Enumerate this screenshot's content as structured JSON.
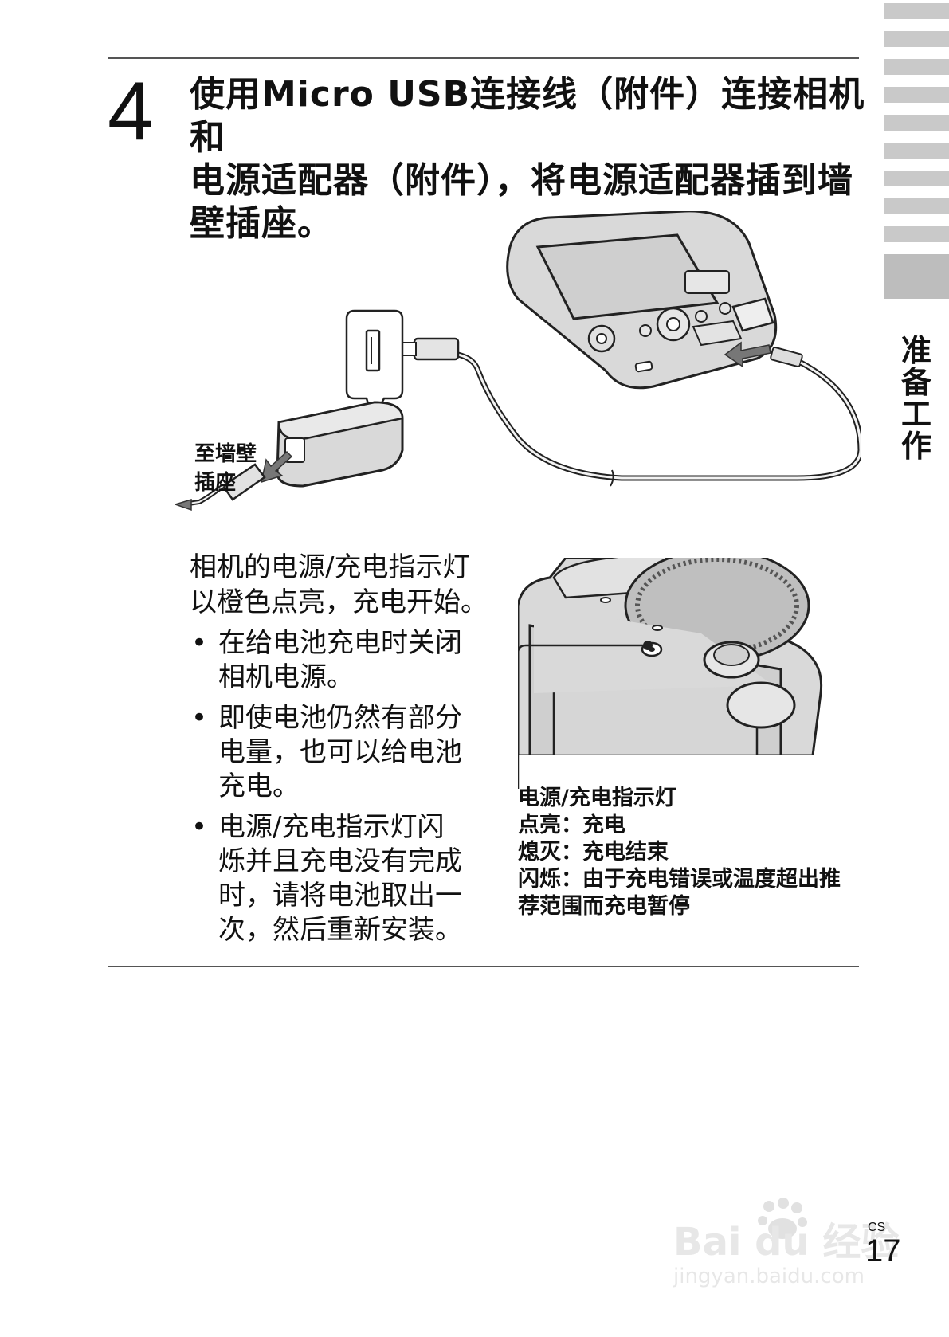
{
  "step": {
    "number": "4",
    "line1": "使用Micro USB连接线（附件）连接相机和",
    "line2": "电源适配器（附件），将电源适配器插到墙",
    "line3": "壁插座。"
  },
  "side_tab": {
    "chars": [
      "准",
      "备",
      "工",
      "作"
    ]
  },
  "diagram": {
    "wall_label_line1": "至墙壁",
    "wall_label_line2": "插座"
  },
  "body": {
    "intro_line1": "相机的电源/充电指示灯",
    "intro_line2": "以橙色点亮，充电开始。",
    "bullet_symbol": "•",
    "bullets": [
      {
        "lines": [
          "在给电池充电时关闭",
          "相机电源。"
        ]
      },
      {
        "lines": [
          "即使电池仍然有部分",
          "电量，也可以给电池",
          "充电。"
        ]
      },
      {
        "lines": [
          "电源/充电指示灯闪",
          "烁并且充电没有完成",
          "时，请将电池取出一",
          "次，然后重新安装。"
        ]
      }
    ]
  },
  "indicator": {
    "title": "电源/充电指示灯",
    "on": "点亮：充电",
    "off": "熄灭：充电结束",
    "blink_line1": "闪烁：由于充电错误或温度超出推",
    "blink_line2": "荐范围而充电暂停"
  },
  "footer": {
    "lang": "CS",
    "page": "17"
  },
  "watermark": {
    "brand": "Bai du 经验",
    "url": "jingyan.baidu.com"
  },
  "colors": {
    "device_fill": "#d9d9d9",
    "outline": "#222222",
    "arrow": "#777777"
  }
}
